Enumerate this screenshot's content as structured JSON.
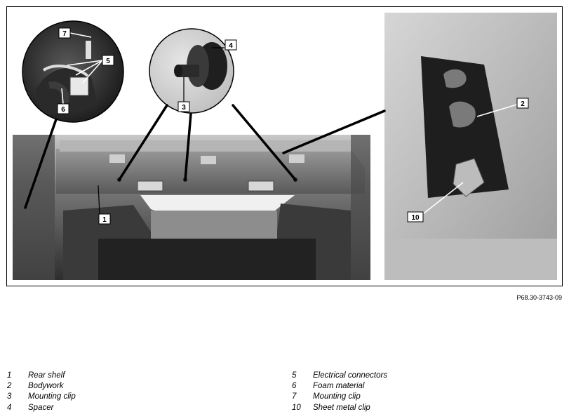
{
  "figure": {
    "reference_code": "P68.30-3743-09",
    "callouts": {
      "c1": "1",
      "c2": "2",
      "c3": "3",
      "c4": "4",
      "c5": "5",
      "c6": "6",
      "c7": "7",
      "c10": "10"
    }
  },
  "legend": {
    "left": [
      {
        "num": "1",
        "text": "Rear shelf"
      },
      {
        "num": "2",
        "text": "Bodywork"
      },
      {
        "num": "3",
        "text": "Mounting clip"
      },
      {
        "num": "4",
        "text": "Spacer"
      }
    ],
    "right": [
      {
        "num": "5",
        "text": "Electrical connectors"
      },
      {
        "num": "6",
        "text": "Foam material"
      },
      {
        "num": "7",
        "text": "Mounting clip"
      },
      {
        "num": "10",
        "text": "Sheet metal clip"
      }
    ]
  }
}
